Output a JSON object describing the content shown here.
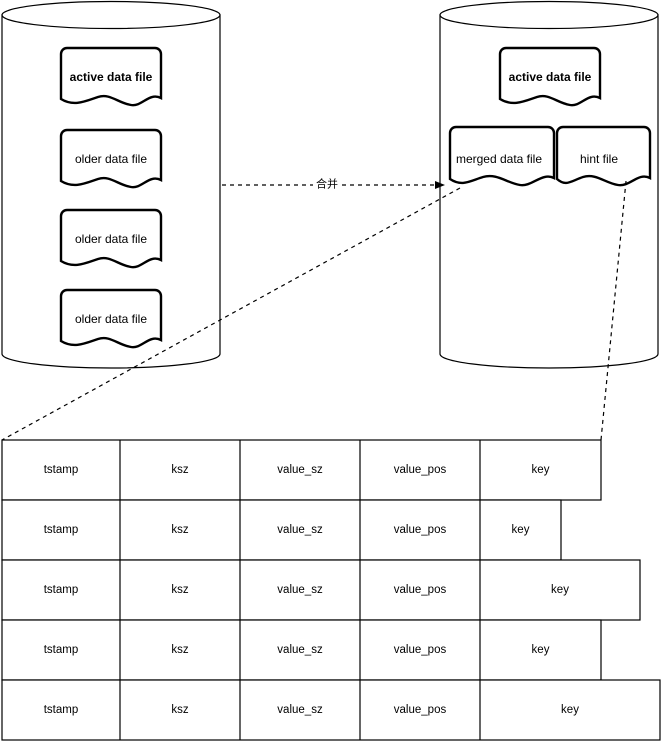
{
  "diagram": {
    "title_text": "",
    "stroke_color": "#000000",
    "fill_color": "#FFFFFF",
    "dashed_color": "#000000",
    "left_store": {
      "name": "left-datastore-cylinder",
      "files": [
        {
          "label": "active data file",
          "bold": true
        },
        {
          "label": "older data file",
          "bold": false
        },
        {
          "label": "older data file",
          "bold": false
        },
        {
          "label": "older data file",
          "bold": false
        }
      ]
    },
    "right_store": {
      "name": "right-datastore-cylinder",
      "files": [
        {
          "label": "active data file",
          "bold": true
        }
      ],
      "pair_files": [
        {
          "label": "merged data file",
          "bold": false
        },
        {
          "label": "hint file",
          "bold": false
        }
      ]
    },
    "merge_arrow": {
      "label": "合并"
    }
  },
  "record_table": {
    "columns": [
      "tstamp",
      "ksz",
      "value_sz",
      "value_pos",
      "key"
    ],
    "rows": [
      {
        "cells": [
          "tstamp",
          "ksz",
          "value_sz",
          "value_pos",
          "key"
        ],
        "key_right": 601
      },
      {
        "cells": [
          "tstamp",
          "ksz",
          "value_sz",
          "value_pos",
          "key"
        ],
        "key_right": 561
      },
      {
        "cells": [
          "tstamp",
          "ksz",
          "value_sz",
          "value_pos",
          "key"
        ],
        "key_right": 640
      },
      {
        "cells": [
          "tstamp",
          "ksz",
          "value_sz",
          "value_pos",
          "key"
        ],
        "key_right": 601
      },
      {
        "cells": [
          "tstamp",
          "ksz",
          "value_sz",
          "value_pos",
          "key"
        ],
        "key_right": 660
      }
    ]
  }
}
